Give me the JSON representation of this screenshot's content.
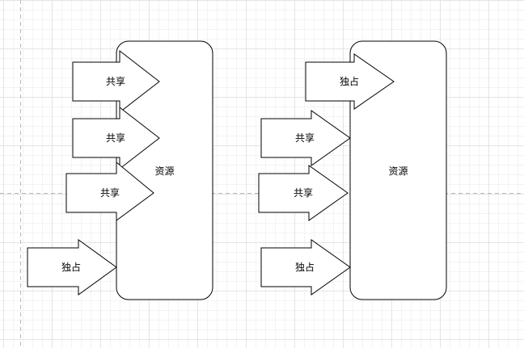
{
  "diagrams": [
    {
      "resource_label": "资源",
      "arrows": [
        {
          "label": "共享"
        },
        {
          "label": "共享"
        },
        {
          "label": "共享"
        },
        {
          "label": "独占"
        }
      ]
    },
    {
      "resource_label": "资源",
      "arrows": [
        {
          "label": "独占"
        },
        {
          "label": "共享"
        },
        {
          "label": "共享"
        },
        {
          "label": "独占"
        }
      ]
    }
  ]
}
